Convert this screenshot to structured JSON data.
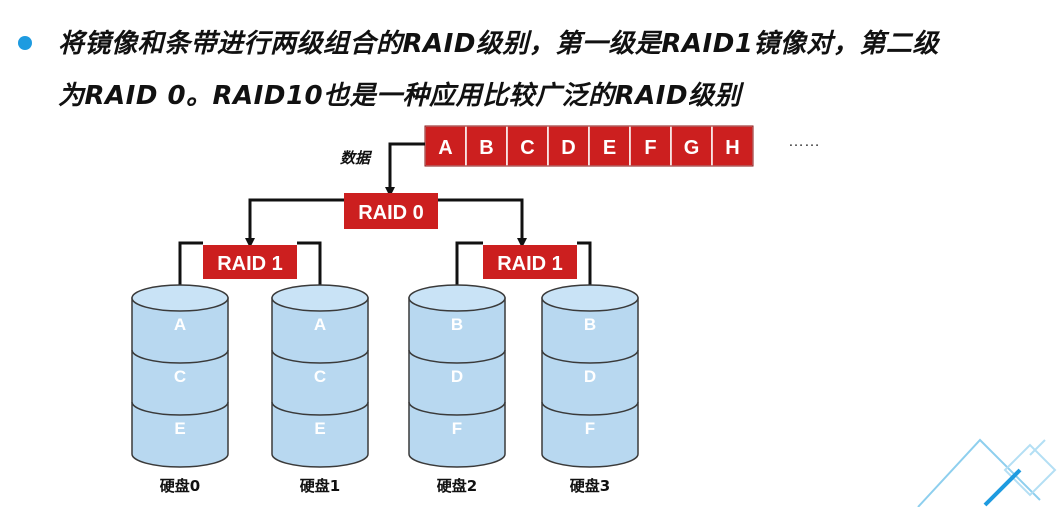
{
  "description": {
    "line1": "将镜像和条带进行两级组合的RAID级别，第一级是RAID1镜像对，第二级",
    "line2": "为RAID 0。RAID10也是一种应用比较广泛的RAID级别"
  },
  "diagram": {
    "data_label": "数据",
    "blocks": [
      "A",
      "B",
      "C",
      "D",
      "E",
      "F",
      "G",
      "H"
    ],
    "ellipsis": "……",
    "raid0_label": "RAID 0",
    "raid1_labels": [
      "RAID 1",
      "RAID 1"
    ],
    "disks": [
      {
        "name": "硬盘0",
        "blocks": [
          "A",
          "C",
          "E"
        ]
      },
      {
        "name": "硬盘1",
        "blocks": [
          "A",
          "C",
          "E"
        ]
      },
      {
        "name": "硬盘2",
        "blocks": [
          "B",
          "D",
          "F"
        ]
      },
      {
        "name": "硬盘3",
        "blocks": [
          "B",
          "D",
          "F"
        ]
      }
    ]
  },
  "colors": {
    "raid_red": "#cc1f1f",
    "disk_fill": "#b8d8f0",
    "disk_stroke": "#3a3a3a",
    "bullet": "#1e9be0"
  }
}
